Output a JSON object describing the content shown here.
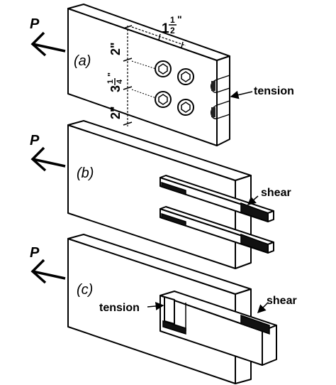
{
  "figure": {
    "panel_a": {
      "label": "(a)",
      "force": "P",
      "dim_top": {
        "whole": "1",
        "num": "1",
        "den": "2",
        "unit": "\""
      },
      "dim_upper": "2\"",
      "dim_mid": {
        "whole": "3",
        "num": "1",
        "den": "4",
        "unit": "\""
      },
      "dim_lower": "2\"",
      "callout": "tension"
    },
    "panel_b": {
      "label": "(b)",
      "force": "P",
      "callout": "shear"
    },
    "panel_c": {
      "label": "(c)",
      "force": "P",
      "callout_left": "tension",
      "callout_right": "shear"
    }
  }
}
